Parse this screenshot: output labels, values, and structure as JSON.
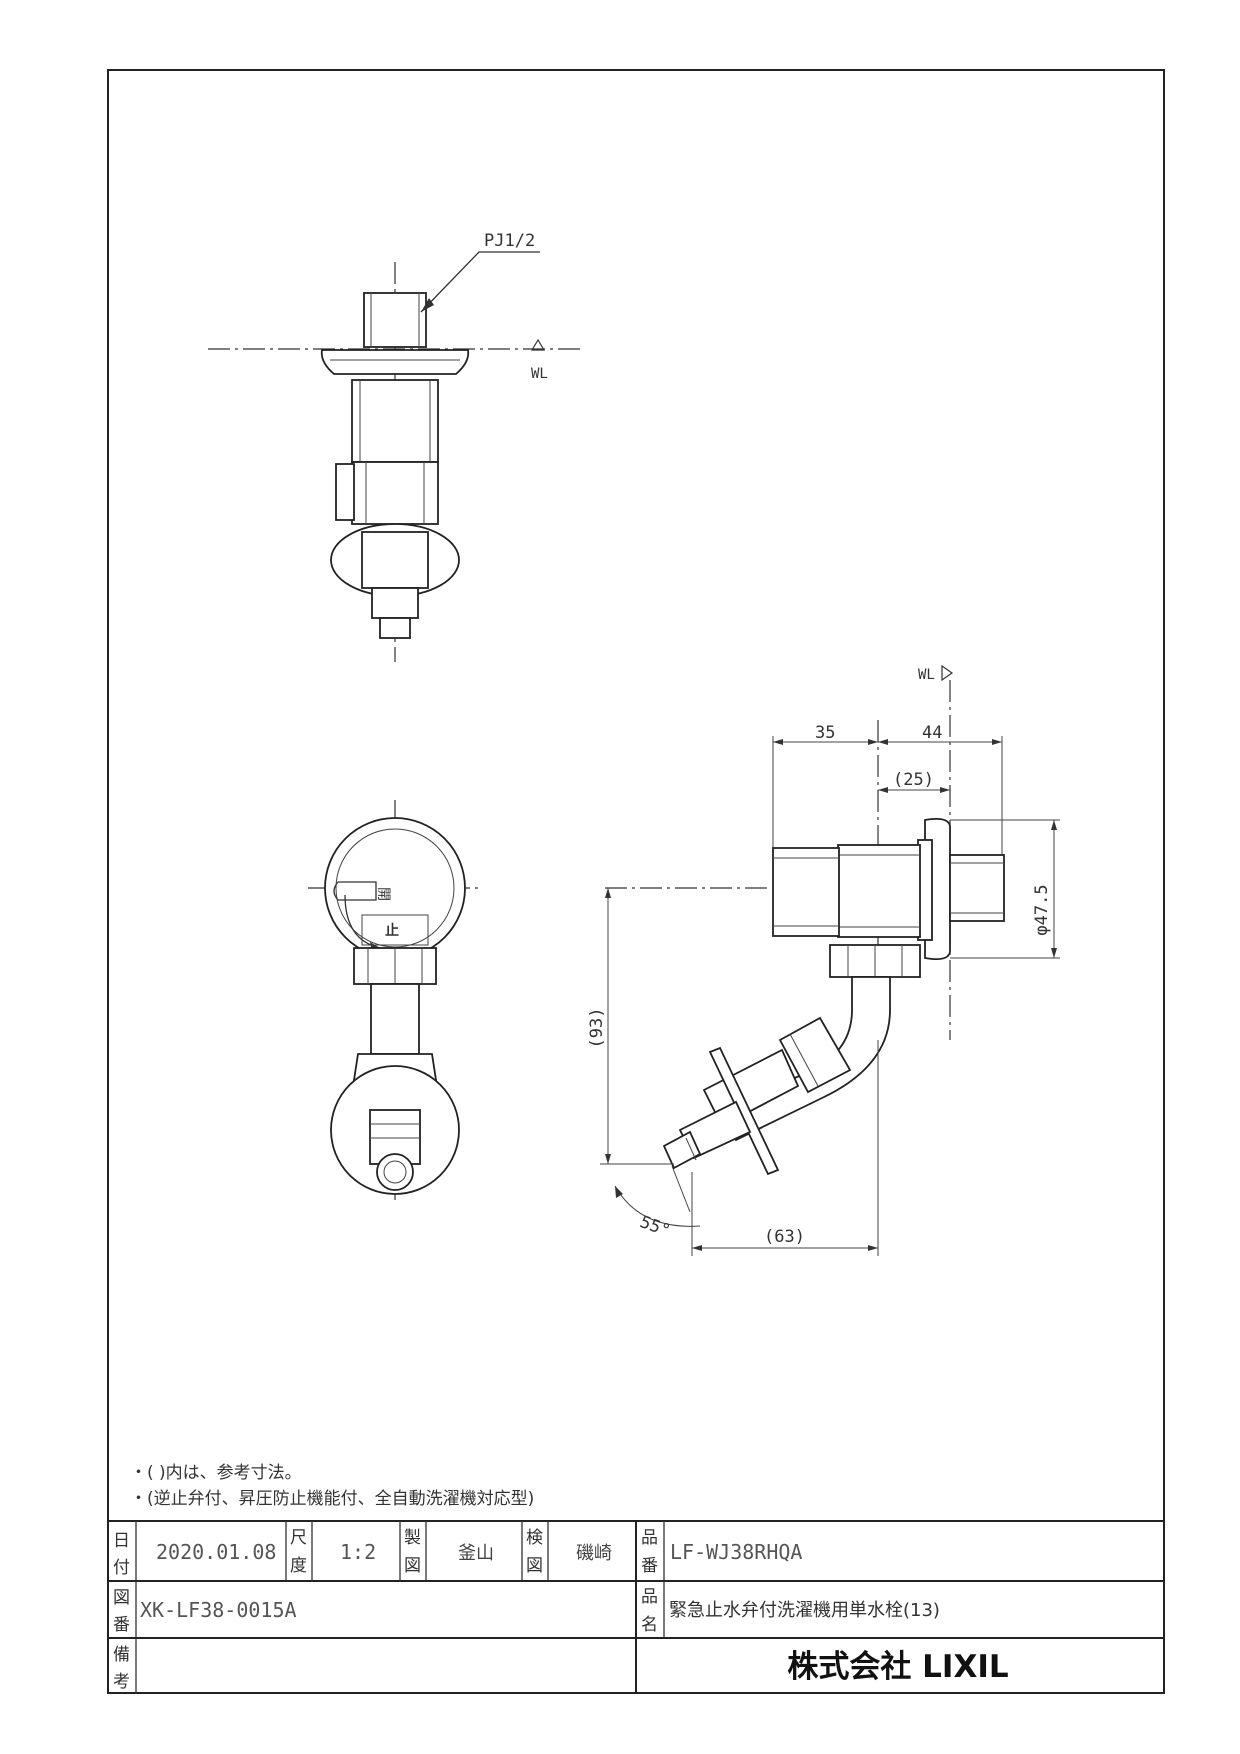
{
  "drawing": {
    "thread_label": "PJ1/2",
    "water_line_label": "WL",
    "handle_label_open": "開",
    "handle_label_close": "止",
    "dimensions": {
      "d35": "35",
      "d44": "44",
      "d25": "(25)",
      "d93": "(93)",
      "d63": "(63)",
      "dia": "φ47.5",
      "angle": "55°"
    }
  },
  "notes": [
    "・(  )内は、参考寸法。",
    "・(逆止弁付、昇圧防止機能付、全自動洗濯機対応型)"
  ],
  "title_block": {
    "date_label": [
      "日",
      "付"
    ],
    "date_value": "2020.01.08",
    "scale_label": [
      "尺",
      "度"
    ],
    "scale_value": "1:2",
    "drawn_label": [
      "製",
      "図"
    ],
    "drawn_value": "釜山",
    "checked_label": [
      "検",
      "図"
    ],
    "checked_value": "磯崎",
    "product_no_label": [
      "品",
      "番"
    ],
    "product_no_value": "LF-WJ38RHQA",
    "drawing_no_label": [
      "図",
      "番"
    ],
    "drawing_no_value": "XK-LF38-0015A",
    "product_name_label": [
      "品",
      "名"
    ],
    "product_name_value": "緊急止水弁付洗濯機用単水栓(13)",
    "remarks_label": [
      "備",
      "考"
    ],
    "company": "株式会社 LIXIL"
  }
}
